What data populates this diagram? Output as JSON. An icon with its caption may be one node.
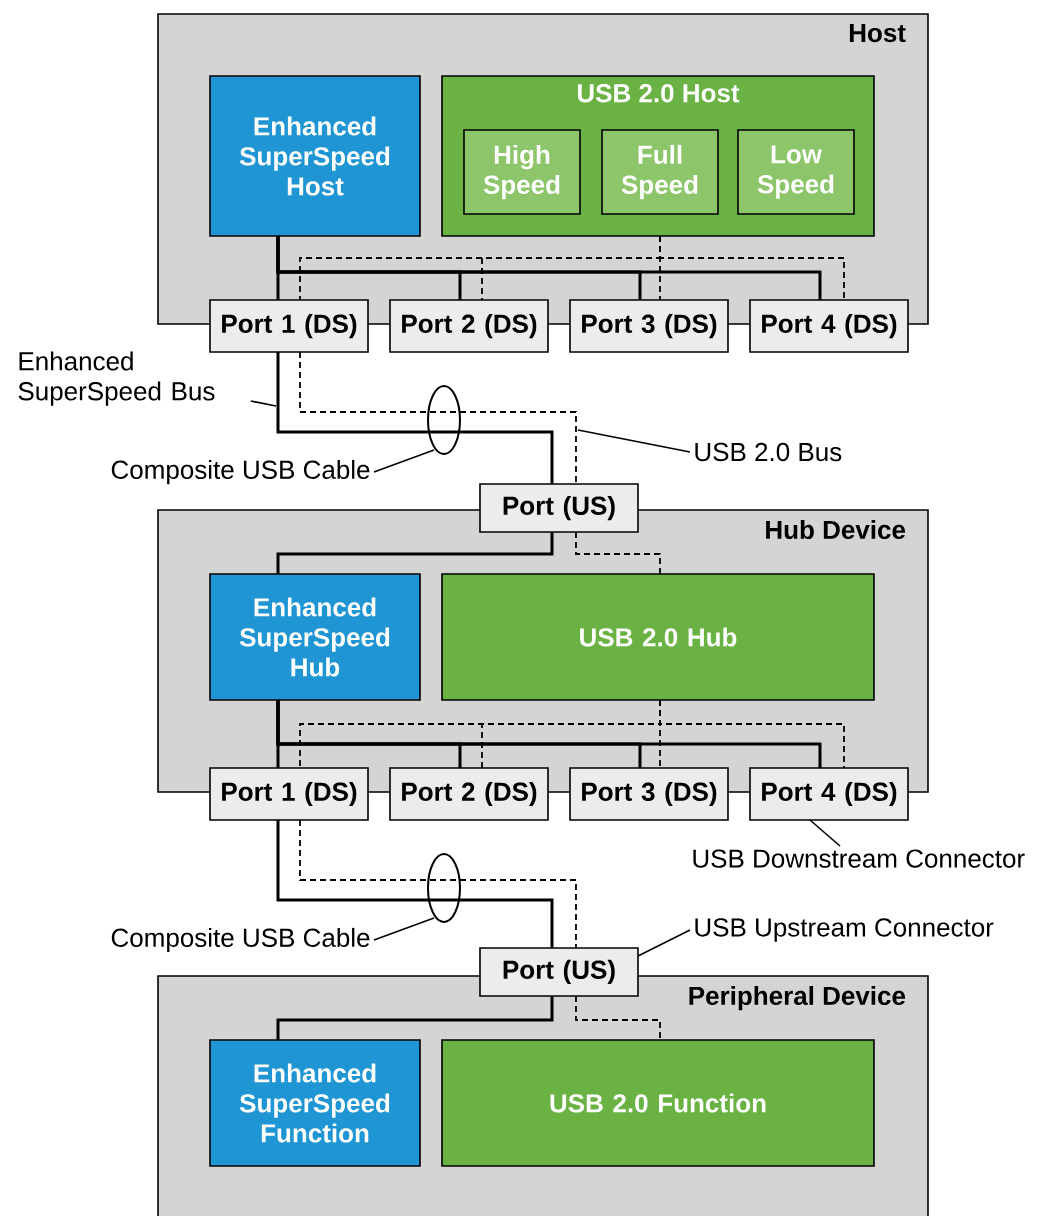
{
  "diagram": {
    "nodes": [
      {
        "text": [
          "Host"
        ]
      },
      {
        "text": [
          "Enhanced SuperSpeed Host"
        ],
        "in": 0
      },
      {
        "text": [
          "USB 2.0 Host"
        ],
        "in": 0
      },
      {
        "text": [
          "High Speed"
        ],
        "in": 2
      },
      {
        "text": [
          "Full Speed"
        ],
        "in": 2
      },
      {
        "text": [
          "Low Speed"
        ],
        "in": 2
      },
      {
        "text": [
          "Port 1 (DS)"
        ]
      },
      {
        "text": [
          "Port 2 (DS)"
        ]
      },
      {
        "text": [
          "Port 3 (DS)"
        ]
      },
      {
        "text": [
          "Port 4 (DS)"
        ]
      },
      {
        "text": [
          "Enhanced SuperSpeed Bus"
        ]
      },
      {
        "text": [
          "Composite USB Cable"
        ]
      },
      {
        "text": [
          "USB 2.0 Bus"
        ]
      },
      {
        "text": [
          "Port (US)"
        ]
      },
      {
        "text": [
          "Hub Device"
        ]
      },
      {
        "text": [
          "Enhanced SuperSpeed Hub"
        ],
        "in": 14
      },
      {
        "text": [
          "USB 2.0 Hub"
        ],
        "in": 14
      },
      {
        "text": [
          "Port 1 (DS)"
        ]
      },
      {
        "text": [
          "Port 2 (DS)"
        ]
      },
      {
        "text": [
          "Port 3 (DS)"
        ]
      },
      {
        "text": [
          "Port 4 (DS)"
        ]
      },
      {
        "text": [
          "USB Downstream Connector"
        ]
      },
      {
        "text": [
          "Composite USB Cable"
        ]
      },
      {
        "text": [
          "USB Upstream Connector"
        ]
      },
      {
        "text": [
          "Port (US)"
        ]
      },
      {
        "text": [
          "Peripheral Device"
        ]
      },
      {
        "text": [
          "Enhanced SuperSpeed Function"
        ],
        "in": 25
      },
      {
        "text": [
          "USB 2.0 Function"
        ],
        "in": 25
      }
    ],
    "edges": [
      {
        "from": 1,
        "to": 6,
        "arrow": "none"
      },
      {
        "from": 1,
        "to": 7,
        "arrow": "none"
      },
      {
        "from": 1,
        "to": 8,
        "arrow": "none"
      },
      {
        "from": 1,
        "to": 9,
        "arrow": "none"
      },
      {
        "from": 2,
        "to": 6,
        "arrow": "none",
        "style": "dashed"
      },
      {
        "from": 2,
        "to": 7,
        "arrow": "none",
        "style": "dashed"
      },
      {
        "from": 2,
        "to": 8,
        "arrow": "none",
        "style": "dashed"
      },
      {
        "from": 2,
        "to": 9,
        "arrow": "none",
        "style": "dashed"
      },
      {
        "from": 6,
        "to": 13,
        "arrow": "none"
      },
      {
        "from": 6,
        "to": 13,
        "arrow": "none",
        "style": "dashed"
      },
      {
        "from": 13,
        "to": 15,
        "arrow": "none"
      },
      {
        "from": 13,
        "to": 16,
        "arrow": "none",
        "style": "dashed"
      },
      {
        "from": 15,
        "to": 17,
        "arrow": "none"
      },
      {
        "from": 15,
        "to": 18,
        "arrow": "none"
      },
      {
        "from": 15,
        "to": 19,
        "arrow": "none"
      },
      {
        "from": 15,
        "to": 20,
        "arrow": "none"
      },
      {
        "from": 16,
        "to": 17,
        "arrow": "none",
        "style": "dashed"
      },
      {
        "from": 16,
        "to": 18,
        "arrow": "none",
        "style": "dashed"
      },
      {
        "from": 16,
        "to": 19,
        "arrow": "none",
        "style": "dashed"
      },
      {
        "from": 16,
        "to": 20,
        "arrow": "none",
        "style": "dashed"
      },
      {
        "from": 17,
        "to": 24,
        "arrow": "none"
      },
      {
        "from": 17,
        "to": 24,
        "arrow": "none",
        "style": "dashed"
      },
      {
        "from": 24,
        "to": 26,
        "arrow": "none"
      },
      {
        "from": 24,
        "to": 27,
        "arrow": "none",
        "style": "dashed"
      },
      {
        "from": 10,
        "to": null,
        "arrow": "none"
      },
      {
        "from": 11,
        "to": null,
        "arrow": "none"
      },
      {
        "from": 12,
        "to": null,
        "arrow": "none"
      },
      {
        "from": 21,
        "to": 20,
        "arrow": "none"
      },
      {
        "from": 22,
        "to": null,
        "arrow": "none"
      },
      {
        "from": 23,
        "to": 24,
        "arrow": "none"
      }
    ]
  }
}
